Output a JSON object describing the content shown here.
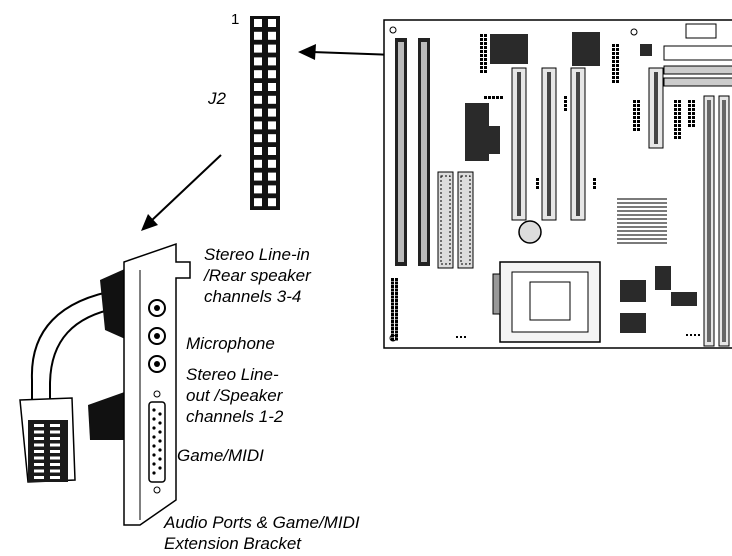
{
  "header": {
    "pin_number": "1",
    "connector_name": "J2"
  },
  "ports": [
    {
      "label": "Stereo Line-in /Rear speaker channels 3-4"
    },
    {
      "label": "Microphone"
    },
    {
      "label": "Stereo Line-out /Speaker channels 1-2"
    },
    {
      "label": "Game/MIDI"
    }
  ],
  "bracket": {
    "caption": "Audio Ports & Game/MIDI Extension Bracket"
  },
  "colors": {
    "line": "#000000",
    "board_fill": "#ffffff",
    "chip_fill": "#2a2a2a",
    "slot_fill": "#e6e6e6",
    "heatsink_fill": "#7a7a7a"
  }
}
